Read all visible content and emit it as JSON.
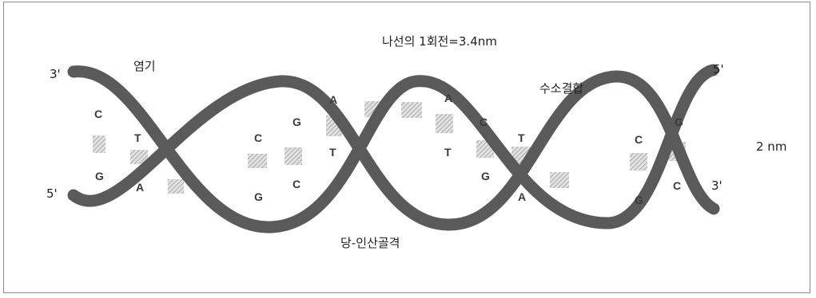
{
  "labels": {
    "pitch": "나선의 1회전=3.4nm",
    "base": "염기",
    "hydrogen_bond": "수소결합",
    "backbone": "당-인산골격",
    "width": "2 nm"
  },
  "ends": {
    "top_left": "3'",
    "bottom_left": "5'",
    "top_right": "5'",
    "bottom_right": "3'"
  },
  "base_pairs": [
    {
      "top": "C",
      "bottom": "G"
    },
    {
      "top": "T",
      "bottom": "A"
    },
    {
      "top": "C",
      "bottom": "G"
    },
    {
      "top": "G",
      "bottom": "C"
    },
    {
      "top": "A",
      "bottom": "T"
    },
    {
      "top": "A",
      "bottom": "T"
    },
    {
      "top": "C",
      "bottom": "G"
    },
    {
      "top": "T",
      "bottom": "A"
    },
    {
      "top": "C",
      "bottom": "G"
    },
    {
      "top": "G",
      "bottom": "C"
    }
  ],
  "colors": {
    "strand": "#5a5a5a",
    "base_text": "#3a3a3a",
    "bond_hatch": "#b8b8b8"
  }
}
